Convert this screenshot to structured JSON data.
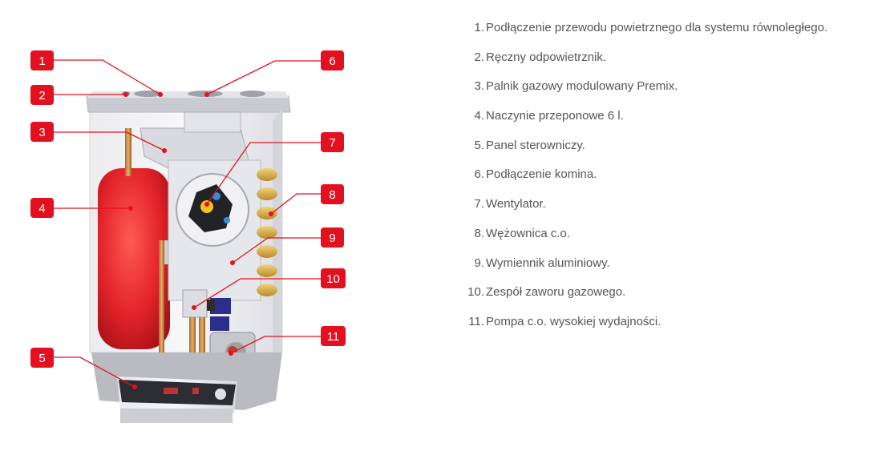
{
  "callouts": [
    {
      "num": "1"
    },
    {
      "num": "2"
    },
    {
      "num": "3"
    },
    {
      "num": "4"
    },
    {
      "num": "5"
    },
    {
      "num": "6"
    },
    {
      "num": "7"
    },
    {
      "num": "8"
    },
    {
      "num": "9"
    },
    {
      "num": "10"
    },
    {
      "num": "11"
    }
  ],
  "legend": [
    {
      "num": "1.",
      "text": "Podłączenie przewodu powietrznego dla systemu równoległego."
    },
    {
      "num": "2.",
      "text": "Ręczny odpowietrznik."
    },
    {
      "num": "3.",
      "text": "Palnik gazowy modulowany Premix."
    },
    {
      "num": "4.",
      "text": "Naczynie przeponowe 6 l."
    },
    {
      "num": "5.",
      "text": "Panel sterowniczy."
    },
    {
      "num": "6.",
      "text": "Podłączenie komina."
    },
    {
      "num": "7.",
      "text": "Wentylator."
    },
    {
      "num": "8.",
      "text": "Wężownica c.o."
    },
    {
      "num": "9.",
      "text": "Wymiennik aluminiowy."
    },
    {
      "num": "10.",
      "text": "Zespół zaworu gazowego."
    },
    {
      "num": "11.",
      "text": "Pompa c.o. wysokiej wydajności."
    }
  ],
  "colors": {
    "badge": "#e3101f",
    "line": "#e3101f",
    "tank": "#e42c2c",
    "casing": "#dcdde2",
    "panel": "#2b2d33"
  }
}
